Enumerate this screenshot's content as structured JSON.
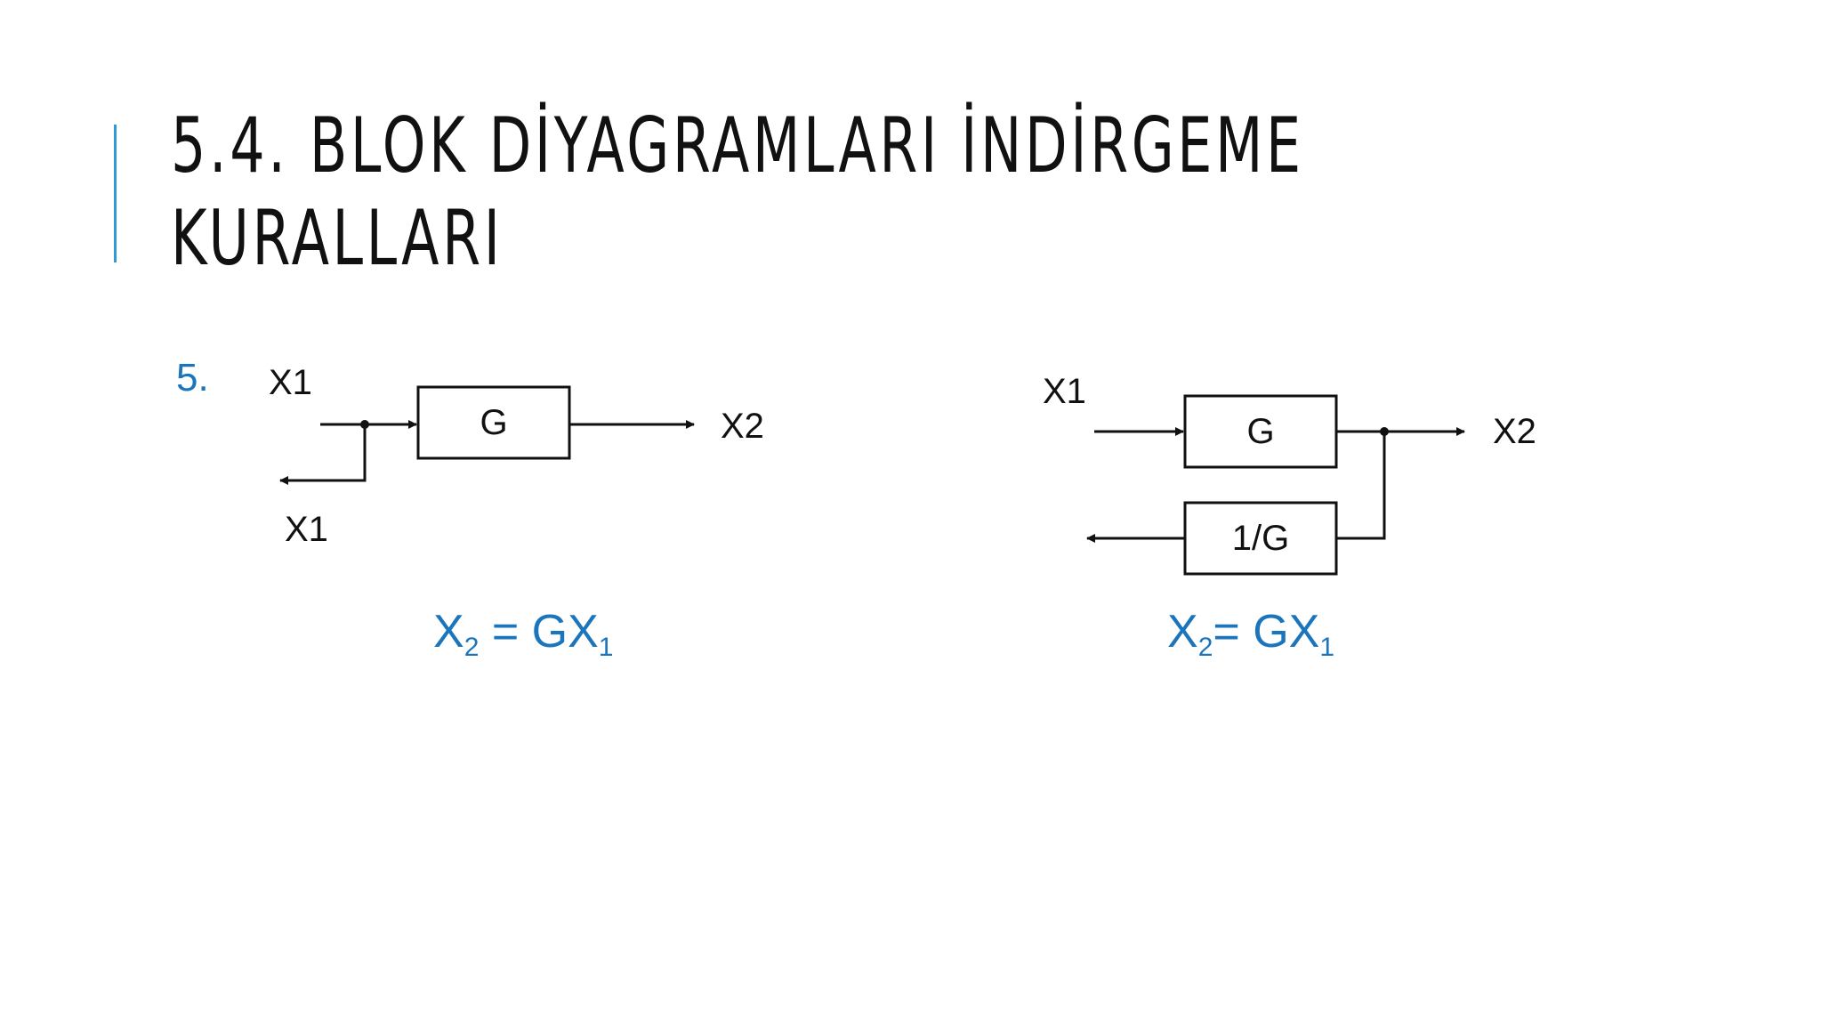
{
  "slide": {
    "title_line1": "5.4. BLOK DİYAGRAMLARI İNDİRGEME",
    "title_line2": "KURALLARI",
    "item_number": "5.",
    "accent_color": "#2e9bd6",
    "text_color": "#1b75bc"
  },
  "diagram_left": {
    "input_label": "X1",
    "block_label": "G",
    "output_label": "X2",
    "branch_label": "X1"
  },
  "diagram_right": {
    "input_label": "X1",
    "block_label": "G",
    "output_label": "X2",
    "feedback_block_label": "1/G"
  },
  "formula_left": {
    "lhs_var": "X",
    "lhs_sub": "2",
    "operator": " = ",
    "rhs_var": "GX",
    "rhs_sub": "1"
  },
  "formula_right": {
    "lhs_var": "X",
    "lhs_sub": "2",
    "operator": "= ",
    "rhs_var": "GX",
    "rhs_sub": "1"
  }
}
